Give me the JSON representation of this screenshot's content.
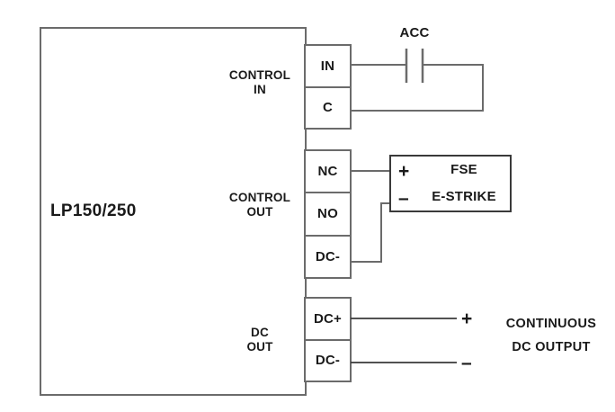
{
  "diagram": {
    "title_unit": "LP150/250",
    "groups": [
      {
        "id": "control-in",
        "label": "CONTROL\nIN"
      },
      {
        "id": "control-out",
        "label": "CONTROL\nOUT"
      },
      {
        "id": "dc-out",
        "label": "DC\nOUT"
      }
    ],
    "terminals": {
      "control_in": [
        {
          "id": "in",
          "label": "IN"
        },
        {
          "id": "c",
          "label": "C"
        }
      ],
      "control_out": [
        {
          "id": "nc",
          "label": "NC"
        },
        {
          "id": "no",
          "label": "NO"
        },
        {
          "id": "dc_minus",
          "label": "DC-"
        }
      ],
      "dc_out": [
        {
          "id": "dc_plus",
          "label": "DC+"
        },
        {
          "id": "dc_minus",
          "label": "DC-"
        }
      ]
    },
    "components": {
      "acc": {
        "label": "ACC",
        "type": "capacitor-symbol"
      },
      "fse": {
        "line1": "FSE",
        "line2": "E-STRIKE",
        "plus": "+",
        "minus": "–"
      },
      "continuous_output": {
        "line1": "CONTINUOUS",
        "line2": "DC OUTPUT",
        "plus": "+",
        "minus": "–"
      }
    },
    "colors": {
      "line": "#666666",
      "text": "#1a1a1a",
      "background": "#ffffff"
    }
  }
}
